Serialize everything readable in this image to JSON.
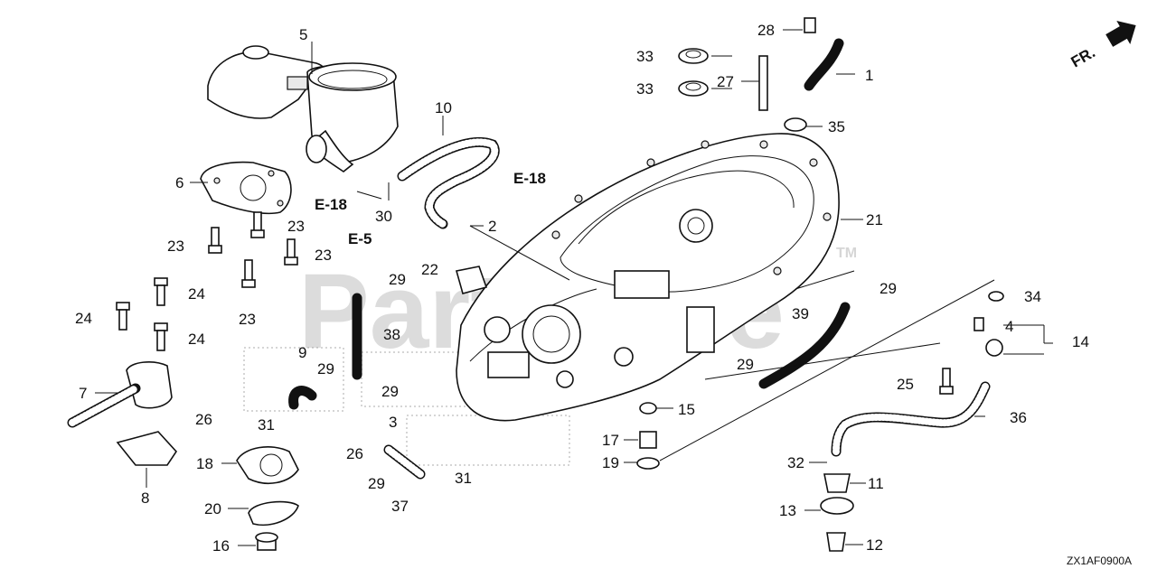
{
  "watermark": {
    "text": "PartsTree",
    "tm": "TM"
  },
  "direction": {
    "label": "FR."
  },
  "diagram_code": "ZX1AF0900A",
  "references": [
    {
      "id": "ref-e18-left",
      "text": "E-18"
    },
    {
      "id": "ref-e18-right",
      "text": "E-18"
    },
    {
      "id": "ref-e5",
      "text": "E-5"
    }
  ],
  "callouts": [
    {
      "id": "c1",
      "text": "1"
    },
    {
      "id": "c2",
      "text": "2"
    },
    {
      "id": "c3",
      "text": "3"
    },
    {
      "id": "c4",
      "text": "4"
    },
    {
      "id": "c5",
      "text": "5"
    },
    {
      "id": "c6",
      "text": "6"
    },
    {
      "id": "c7",
      "text": "7"
    },
    {
      "id": "c8",
      "text": "8"
    },
    {
      "id": "c9",
      "text": "9"
    },
    {
      "id": "c10",
      "text": "10"
    },
    {
      "id": "c11",
      "text": "11"
    },
    {
      "id": "c12",
      "text": "12"
    },
    {
      "id": "c13",
      "text": "13"
    },
    {
      "id": "c14",
      "text": "14"
    },
    {
      "id": "c15",
      "text": "15"
    },
    {
      "id": "c16",
      "text": "16"
    },
    {
      "id": "c17",
      "text": "17"
    },
    {
      "id": "c18",
      "text": "18"
    },
    {
      "id": "c19",
      "text": "19"
    },
    {
      "id": "c20",
      "text": "20"
    },
    {
      "id": "c21",
      "text": "21"
    },
    {
      "id": "c22",
      "text": "22"
    },
    {
      "id": "c23a",
      "text": "23"
    },
    {
      "id": "c23b",
      "text": "23"
    },
    {
      "id": "c23c",
      "text": "23"
    },
    {
      "id": "c23d",
      "text": "23"
    },
    {
      "id": "c24a",
      "text": "24"
    },
    {
      "id": "c24b",
      "text": "24"
    },
    {
      "id": "c24c",
      "text": "24"
    },
    {
      "id": "c25",
      "text": "25"
    },
    {
      "id": "c26a",
      "text": "26"
    },
    {
      "id": "c26b",
      "text": "26"
    },
    {
      "id": "c27",
      "text": "27"
    },
    {
      "id": "c28",
      "text": "28"
    },
    {
      "id": "c29a",
      "text": "29"
    },
    {
      "id": "c29b",
      "text": "29"
    },
    {
      "id": "c29c",
      "text": "29"
    },
    {
      "id": "c29d",
      "text": "29"
    },
    {
      "id": "c29e",
      "text": "29"
    },
    {
      "id": "c29f",
      "text": "29"
    },
    {
      "id": "c30",
      "text": "30"
    },
    {
      "id": "c31a",
      "text": "31"
    },
    {
      "id": "c31b",
      "text": "31"
    },
    {
      "id": "c32",
      "text": "32"
    },
    {
      "id": "c33a",
      "text": "33"
    },
    {
      "id": "c33b",
      "text": "33"
    },
    {
      "id": "c34",
      "text": "34"
    },
    {
      "id": "c35",
      "text": "35"
    },
    {
      "id": "c36",
      "text": "36"
    },
    {
      "id": "c37",
      "text": "37"
    },
    {
      "id": "c38",
      "text": "38"
    },
    {
      "id": "c39",
      "text": "39"
    }
  ]
}
